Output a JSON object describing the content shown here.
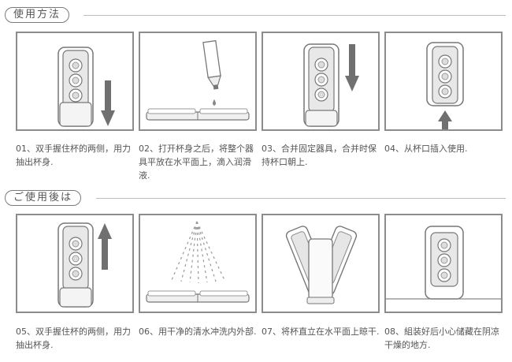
{
  "sections": [
    {
      "title": "使用方法",
      "steps": [
        {
          "caption": "01、双手握住杯的两侧，用力抽出杯身.",
          "scene": "pull-down"
        },
        {
          "caption": "02、打开杯身之后，将整个器具平放在水平面上，滴入润滑液.",
          "scene": "lube"
        },
        {
          "caption": "03、合并固定器具，合并时保持杯口朝上.",
          "scene": "push-down"
        },
        {
          "caption": "04、从杯口插入使用.",
          "scene": "insert"
        }
      ]
    },
    {
      "title": "ご使用後は",
      "steps": [
        {
          "caption": "05、双手握住杯的两侧，用力抽出杯身.",
          "scene": "pull-up"
        },
        {
          "caption": "06、用干净的清水冲洗内外部.",
          "scene": "rinse"
        },
        {
          "caption": "07、将杯直立在水平面上晾干.",
          "scene": "dry"
        },
        {
          "caption": "08、組装好后小心储藏在阴凉干燥的地方.",
          "scene": "store"
        }
      ]
    }
  ]
}
